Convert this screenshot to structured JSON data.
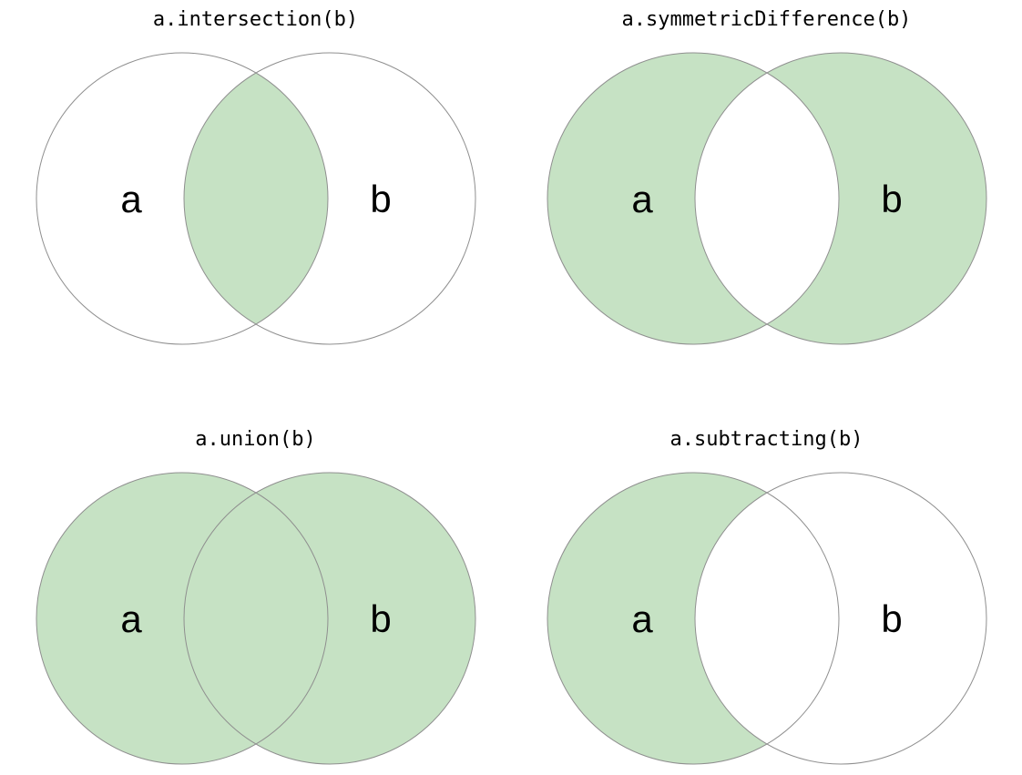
{
  "page": {
    "background": "#ffffff"
  },
  "diagram": {
    "fill_color": "#c6e2c4",
    "stroke_color": "#8f8f8f",
    "label_color": "#000000"
  },
  "panels": [
    {
      "id": "intersection",
      "title": "a.intersection(b)",
      "mode": "intersection",
      "label_a": "a",
      "label_b": "b"
    },
    {
      "id": "symmetric-difference",
      "title": "a.symmetricDifference(b)",
      "mode": "symmetricDifference",
      "label_a": "a",
      "label_b": "b"
    },
    {
      "id": "union",
      "title": "a.union(b)",
      "mode": "union",
      "label_a": "a",
      "label_b": "b"
    },
    {
      "id": "subtracting",
      "title": "a.subtracting(b)",
      "mode": "subtracting",
      "label_a": "a",
      "label_b": "b"
    }
  ]
}
